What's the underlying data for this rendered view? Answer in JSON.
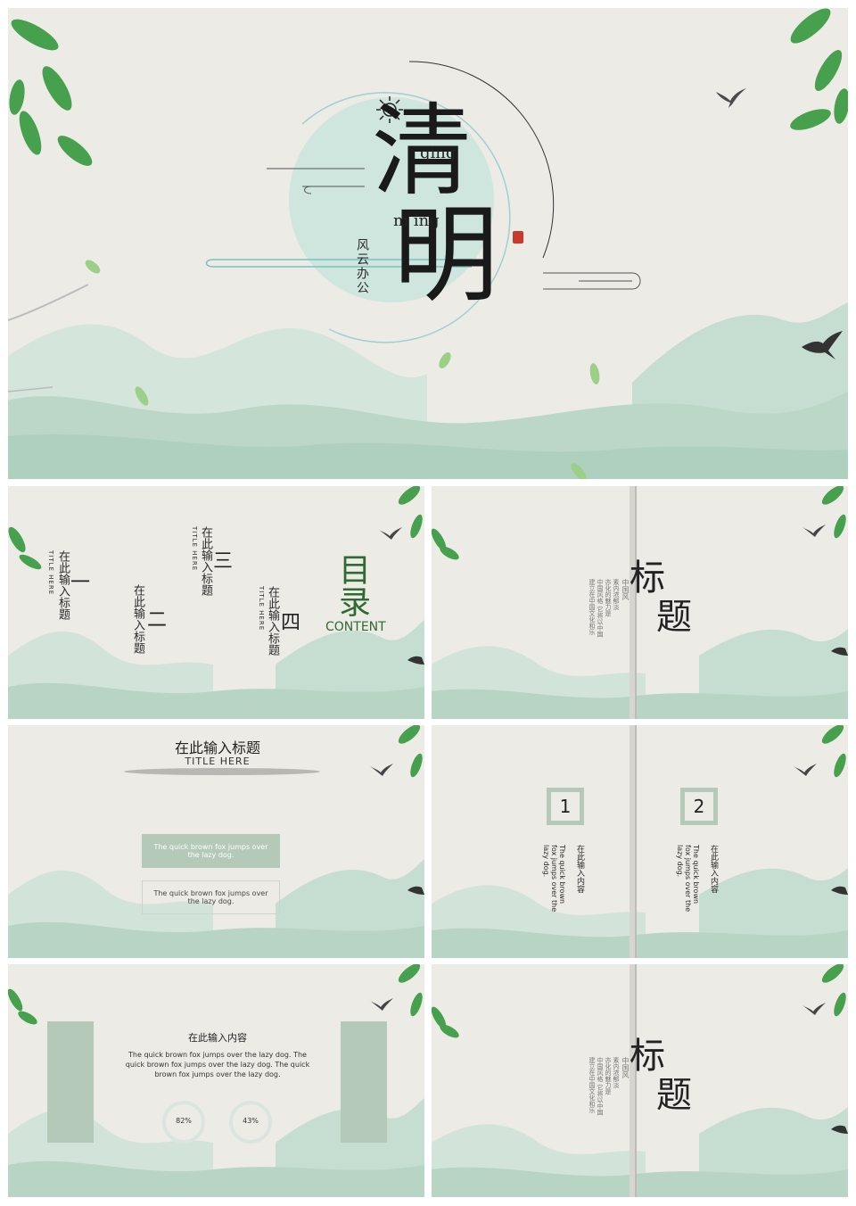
{
  "cover": {
    "qing_pinyin": "qing",
    "ming_pinyin": "m ing",
    "char_qing": "清",
    "char_ming": "明",
    "brand_vertical": "风云办公"
  },
  "toc": {
    "item1_label": "在此输入标题",
    "item1_en": "TITLE HERE",
    "item1_num": "一",
    "item2_label": "在此输入标题",
    "item2_num": "二",
    "item3_label": "在此输入标题",
    "item3_en": "TITLE HERE",
    "item3_num": "三",
    "item4_label": "在此输入标题",
    "item4_en": "TITLE HERE",
    "item4_num": "四",
    "title": "目录",
    "subtitle": "CONTENT"
  },
  "section1": {
    "title_a": "标",
    "title_b": "题",
    "desc_col1": "中国风",
    "desc_col2": "素内浓郁淡",
    "desc_col3": "亦化的魅力是",
    "desc_col4": "中国风格 它将以中国",
    "desc_col5": "建立在中国文化和乐"
  },
  "slide3": {
    "heading": "在此输入标题",
    "heading_en": "TITLE HERE",
    "box1_text": "The quick brown fox jumps over the lazy dog.",
    "box2_text": "The quick brown fox jumps over the lazy dog."
  },
  "slide4": {
    "num1": "1",
    "num2": "2",
    "col1_cn": "在此输入内容",
    "col1_en": "The quick brown fox jumps over the lazy dog.",
    "col2_cn": "在此输入内容",
    "col2_en": "The quick brown fox jumps over the lazy dog."
  },
  "slide5": {
    "heading": "在此输入内容",
    "body": "The quick brown fox jumps over the lazy dog. The quick brown fox jumps over the lazy dog. The quick brown fox jumps over the lazy dog.",
    "circle1": "82%",
    "circle2": "43%"
  },
  "section2": {
    "title_a": "标",
    "title_b": "题",
    "desc_col1": "中国风",
    "desc_col2": "素内浓郁淡",
    "desc_col3": "亦化的魅力是",
    "desc_col4": "中国风格 它将以中国",
    "desc_col5": "建立在中国文化和乐"
  },
  "colors": {
    "paper": "#ecebe6",
    "mint": "#c8ddd2",
    "mint_light": "#d8e8de",
    "mint_dark": "#a9cbbb",
    "leaf": "#3f9a4f",
    "box_fill": "#b4c9b8",
    "ink": "#222222"
  },
  "icons": [
    "leaf-icon",
    "swallow-icon",
    "sun-icon",
    "seal-icon",
    "cloud-line-icon"
  ]
}
